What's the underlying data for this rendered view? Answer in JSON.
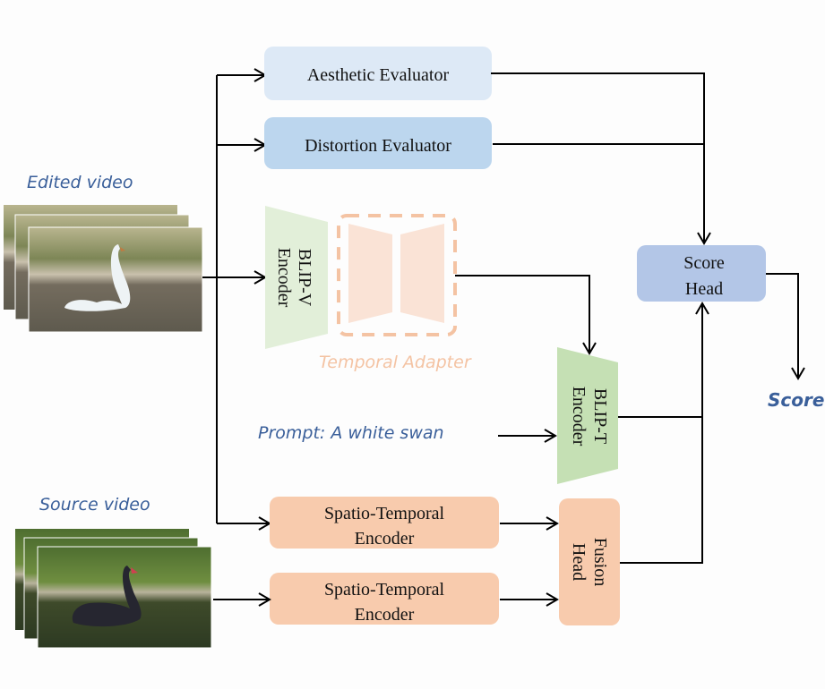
{
  "inputs": {
    "edited_video_label": "Edited video",
    "source_video_label": "Source video",
    "prompt_label": "Prompt: A white swan"
  },
  "modules": {
    "aesthetic": "Aesthetic Evaluator",
    "distortion": "Distortion Evaluator",
    "blip_v_line1": "BLIP-V",
    "blip_v_line2": "Encoder",
    "temporal_adapter": "Temporal Adapter",
    "blip_t_line1": "BLIP-T",
    "blip_t_line2": "Encoder",
    "st_encoder_1_line1": "Spatio-Temporal",
    "st_encoder_1_line2": "Encoder",
    "st_encoder_2_line1": "Spatio-Temporal",
    "st_encoder_2_line2": "Encoder",
    "fusion_line1": "Fusion",
    "fusion_line2": "Head",
    "score_head_line1": "Score",
    "score_head_line2": "Head"
  },
  "output": {
    "score_label": "Score"
  },
  "colors": {
    "aesthetic_fill": "#dde9f6",
    "distortion_fill": "#bcd6ee",
    "score_head_fill": "#b3c6e7",
    "blip_v_fill": "#e2efd9",
    "blip_t_fill": "#c5e0b4",
    "temporal_adapter": "#f4b183",
    "encoder_fill": "#f8cbad",
    "handwritten_blue": "#3a5f9a",
    "handwritten_orange": "#f4c3a3"
  }
}
